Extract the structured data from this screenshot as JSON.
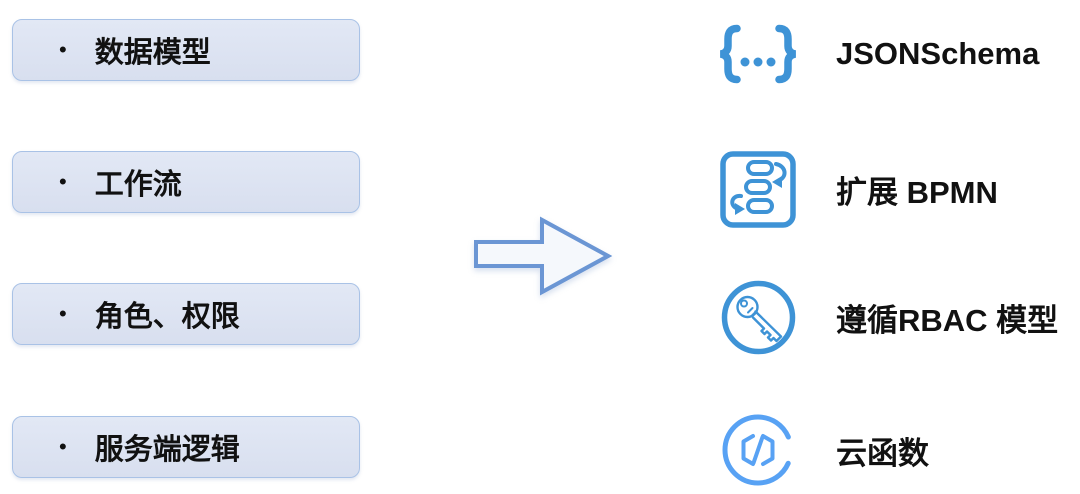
{
  "left": {
    "items": [
      {
        "bullet": "•",
        "label": "数据模型"
      },
      {
        "bullet": "•",
        "label": "工作流"
      },
      {
        "bullet": "•",
        "label": "角色、权限"
      },
      {
        "bullet": "•",
        "label": "服务端逻辑"
      }
    ]
  },
  "arrow": {
    "name": "right-block-arrow",
    "direction": "right"
  },
  "right": {
    "items": [
      {
        "icon": "json-schema-icon",
        "label": "JSONSchema"
      },
      {
        "icon": "bpmn-flow-icon",
        "label": "扩展 BPMN"
      },
      {
        "icon": "rbac-key-icon",
        "label": "遵循RBAC 模型"
      },
      {
        "icon": "cloud-function-icon",
        "label": "云函数"
      }
    ]
  },
  "colors": {
    "background": "#FFFFFF",
    "box_fill": "#DCE3F1",
    "box_border": "#A9C2E6",
    "text": "#111111",
    "icon_blue": "#3E93D6",
    "icon_blue_light": "#58A2F4",
    "arrow_stroke": "#6B96D4",
    "arrow_fill": "#F8FBFE"
  }
}
